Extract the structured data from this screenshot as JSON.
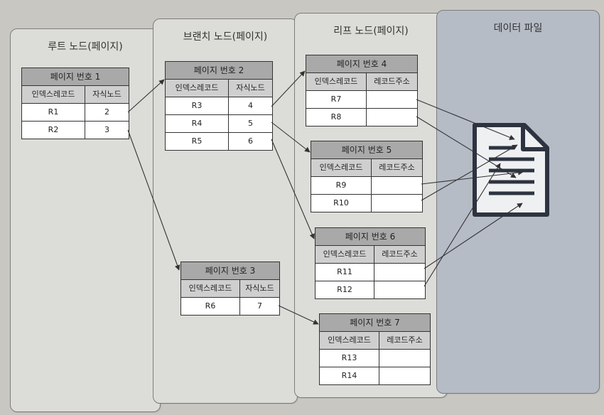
{
  "columns": {
    "root": "루트 노드(페이지)",
    "branch": "브랜치 노드(페이지)",
    "leaf": "리프 노드(페이지)",
    "datafile": "데이터 파일"
  },
  "pages": {
    "p1": {
      "title": "페이지 번호 1",
      "h1": "인덱스레코드",
      "h2": "자식노드",
      "rows": [
        [
          "R1",
          "2"
        ],
        [
          "R2",
          "3"
        ]
      ]
    },
    "p2": {
      "title": "페이지 번호 2",
      "h1": "인덱스레코드",
      "h2": "자식노드",
      "rows": [
        [
          "R3",
          "4"
        ],
        [
          "R4",
          "5"
        ],
        [
          "R5",
          "6"
        ]
      ]
    },
    "p3": {
      "title": "페이지 번호 3",
      "h1": "인덱스레코드",
      "h2": "자식노드",
      "rows": [
        [
          "R6",
          "7"
        ]
      ]
    },
    "p4": {
      "title": "페이지 번호 4",
      "h1": "인덱스레코드",
      "h2": "레코드주소",
      "rows": [
        [
          "R7",
          ""
        ],
        [
          "R8",
          ""
        ]
      ]
    },
    "p5": {
      "title": "페이지 번호 5",
      "h1": "인덱스레코드",
      "h2": "레코드주소",
      "rows": [
        [
          "R9",
          ""
        ],
        [
          "R10",
          ""
        ]
      ]
    },
    "p6": {
      "title": "페이지 번호 6",
      "h1": "인덱스레코드",
      "h2": "레코드주소",
      "rows": [
        [
          "R11",
          ""
        ],
        [
          "R12",
          ""
        ]
      ]
    },
    "p7": {
      "title": "페이지 번호 7",
      "h1": "인덱스레코드",
      "h2": "레코드주소",
      "rows": [
        [
          "R13",
          ""
        ],
        [
          "R14",
          ""
        ]
      ]
    }
  },
  "icons": {
    "datafile": "document-icon"
  }
}
